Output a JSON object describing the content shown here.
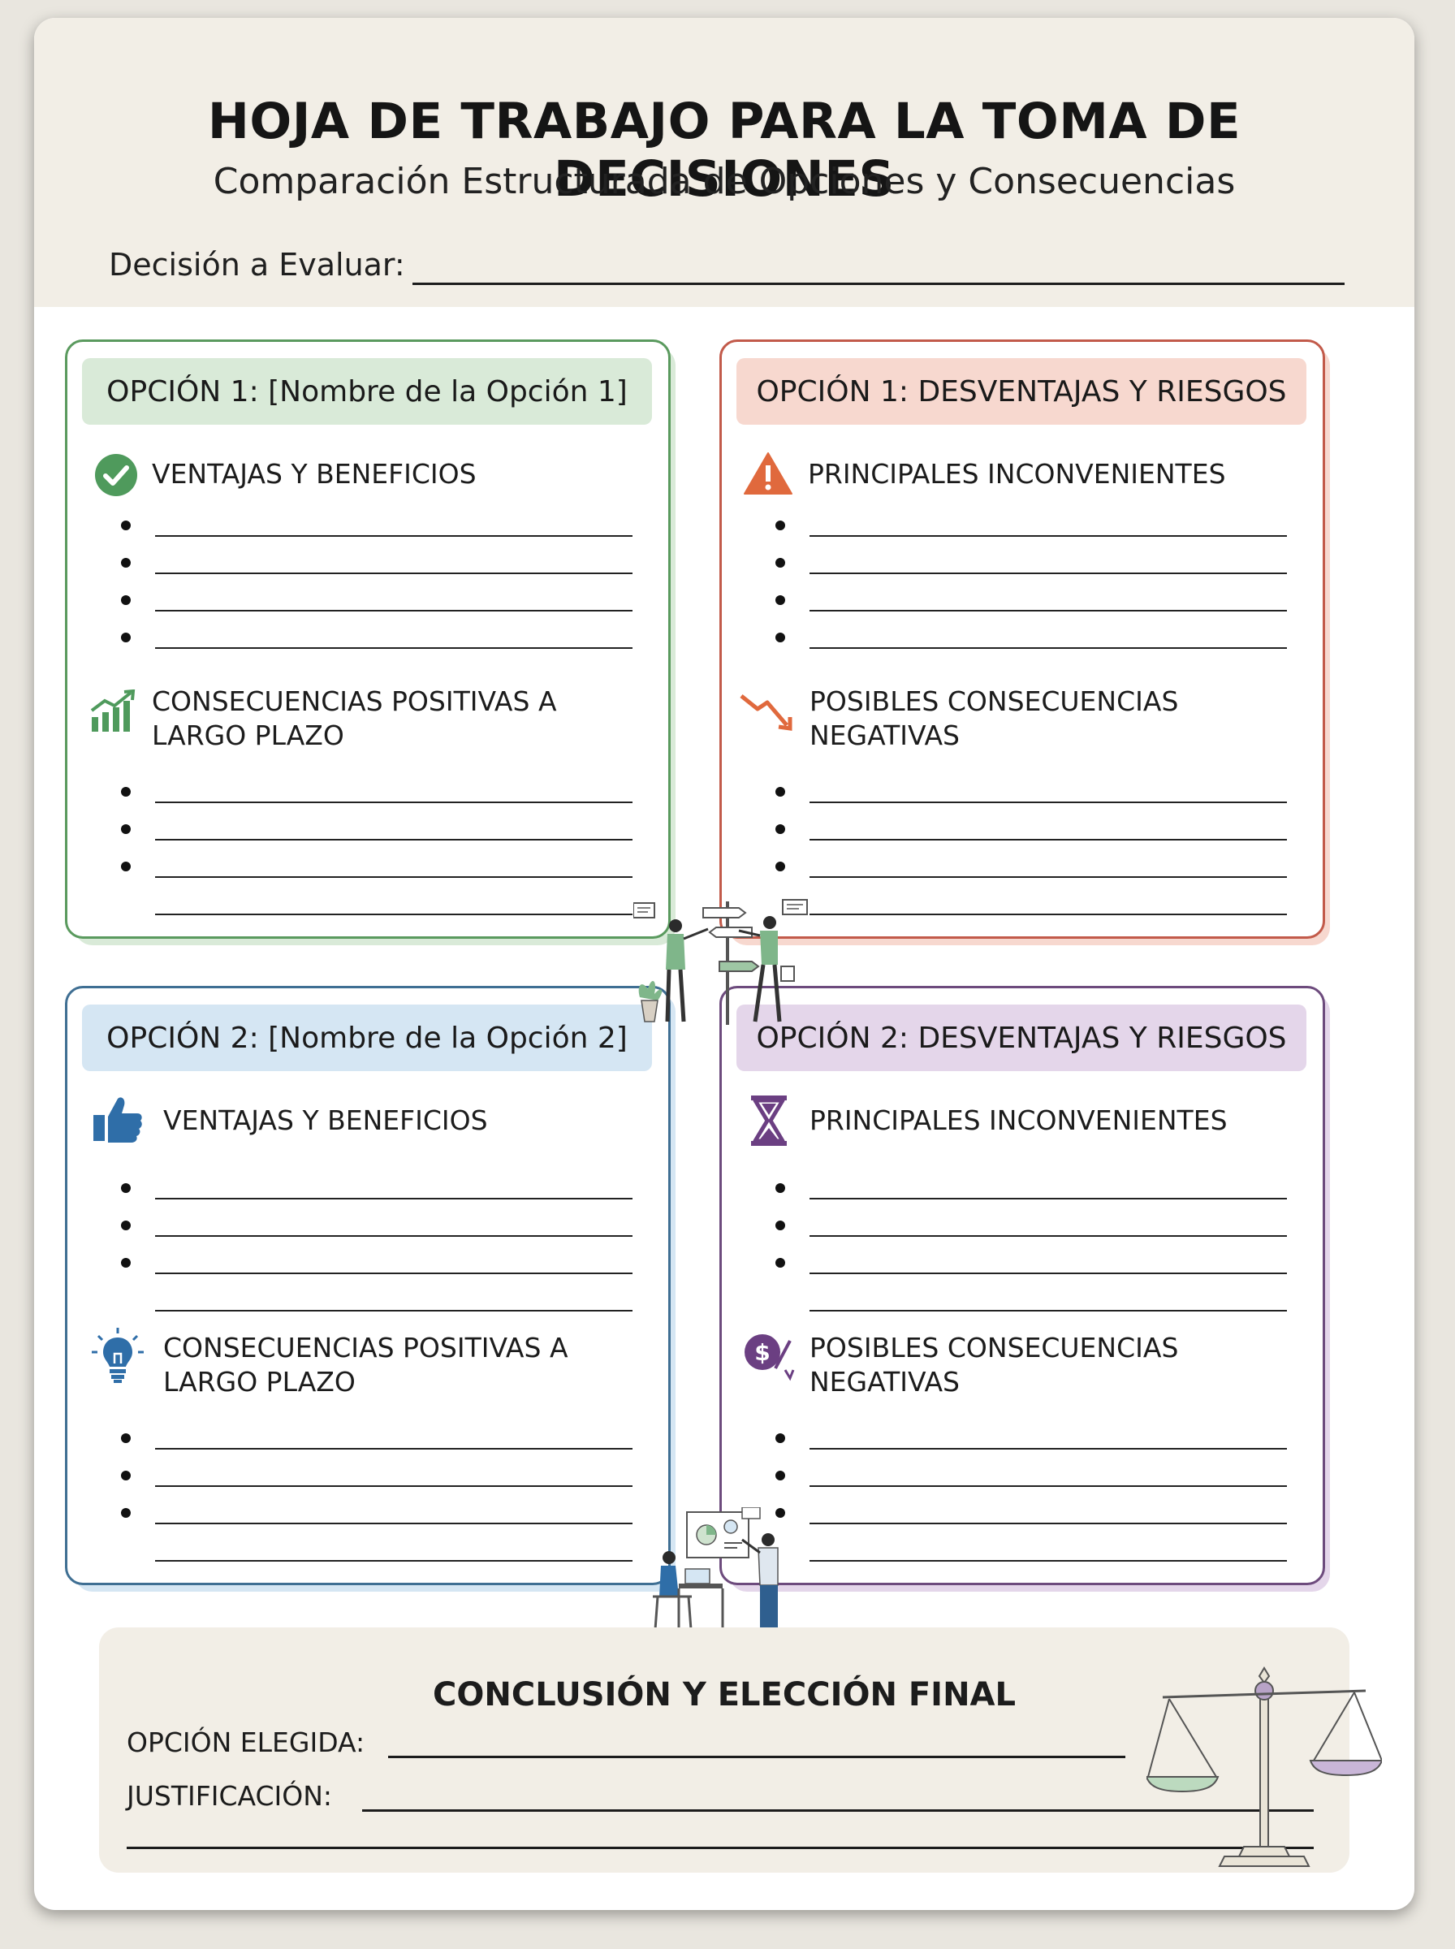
{
  "header": {
    "title": "HOJA DE TRABAJO PARA LA TOMA DE DECISIONES",
    "subtitle": "Comparación Estructurada de Opciones y Consecuencias",
    "decision_label": "Decisión a Evaluar:"
  },
  "cards": {
    "opt1_pros": {
      "title": "OPCIÓN 1: [Nombre de la Opción 1]",
      "section1": "VENTAJAS Y BENEFICIOS",
      "section1_icon": "check-circle-icon",
      "section2_line1": "CONSECUENCIAS POSITIVAS A",
      "section2_line2": "LARGO PLAZO",
      "section2_icon": "growth-chart-icon"
    },
    "opt1_cons": {
      "title": "OPCIÓN 1: DESVENTAJAS Y RIESGOS",
      "section1": "PRINCIPALES INCONVENIENTES",
      "section1_icon": "warning-triangle-icon",
      "section2_line1": "POSIBLES CONSECUENCIAS",
      "section2_line2": "NEGATIVAS",
      "section2_icon": "trend-down-icon"
    },
    "opt2_pros": {
      "title": "OPCIÓN 2: [Nombre de la Opción 2]",
      "section1": "VENTAJAS Y BENEFICIOS",
      "section1_icon": "thumbs-up-icon",
      "section2_line1": "CONSECUENCIAS POSITIVAS A",
      "section2_line2": "LARGO PLAZO",
      "section2_icon": "lightbulb-icon"
    },
    "opt2_cons": {
      "title": "OPCIÓN 2: DESVENTAJAS Y RIESGOS",
      "section1": "PRINCIPALES INCONVENIENTES",
      "section1_icon": "hourglass-icon",
      "section2_line1": "POSIBLES CONSECUENCIAS",
      "section2_line2": "NEGATIVAS",
      "section2_icon": "dollar-down-icon"
    }
  },
  "conclusion": {
    "title": "CONCLUSIÓN Y ELECCIÓN FINAL",
    "chosen_label": "OPCIÓN ELEGIDA:",
    "justification_label": "JUSTIFICACIÓN:"
  },
  "colors": {
    "green": "#5a9a5e",
    "green_fill": "#d9ead8",
    "red": "#c25a4a",
    "red_fill": "#f7d8cf",
    "blue": "#3f6f93",
    "blue_fill": "#d5e6f3",
    "purple": "#6d4b7d",
    "purple_fill": "#e4d6ea",
    "header_bg": "#f2eee6"
  }
}
